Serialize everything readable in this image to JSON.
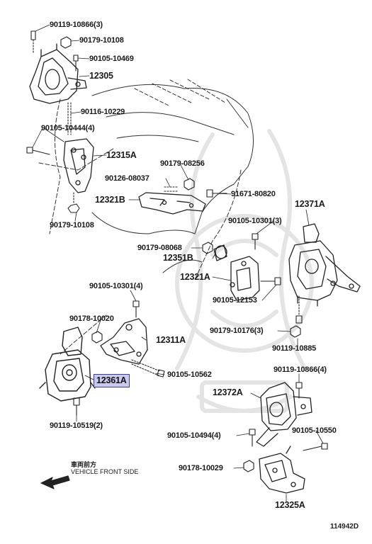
{
  "parts": {
    "p1": "90119-10866(3)",
    "p2": "90179-10108",
    "p3": "90105-10469",
    "p4": "12305",
    "p5": "90116-10229",
    "p6": "90105-10444(4)",
    "p7": "12315A",
    "p8": "90179-08256",
    "p9": "90126-08037",
    "p10": "91671-80820",
    "p11": "12321B",
    "p12": "12371A",
    "p13": "90179-10108",
    "p14": "90105-10301(3)",
    "p15": "90179-08068",
    "p16": "12351B",
    "p17": "12321A",
    "p18": "90105-10301(4)",
    "p19": "90105-12153",
    "p20": "90178-10020",
    "p21": "12311A",
    "p22": "90179-10176(3)",
    "p23": "90119-10885",
    "p24": "90105-10562",
    "p25": "12361A",
    "p26": "90119-10866(4)",
    "p27": "12372A",
    "p28": "90119-10519(2)",
    "p29": "90105-10494(4)",
    "p30": "90105-10550",
    "p31": "90178-10029",
    "p32": "12325A"
  },
  "direction_note": {
    "jp": "車両前方",
    "en": "VEHICLE FRONT SIDE"
  },
  "figure_code": "114942D",
  "highlight_color": "#c9c9ee"
}
